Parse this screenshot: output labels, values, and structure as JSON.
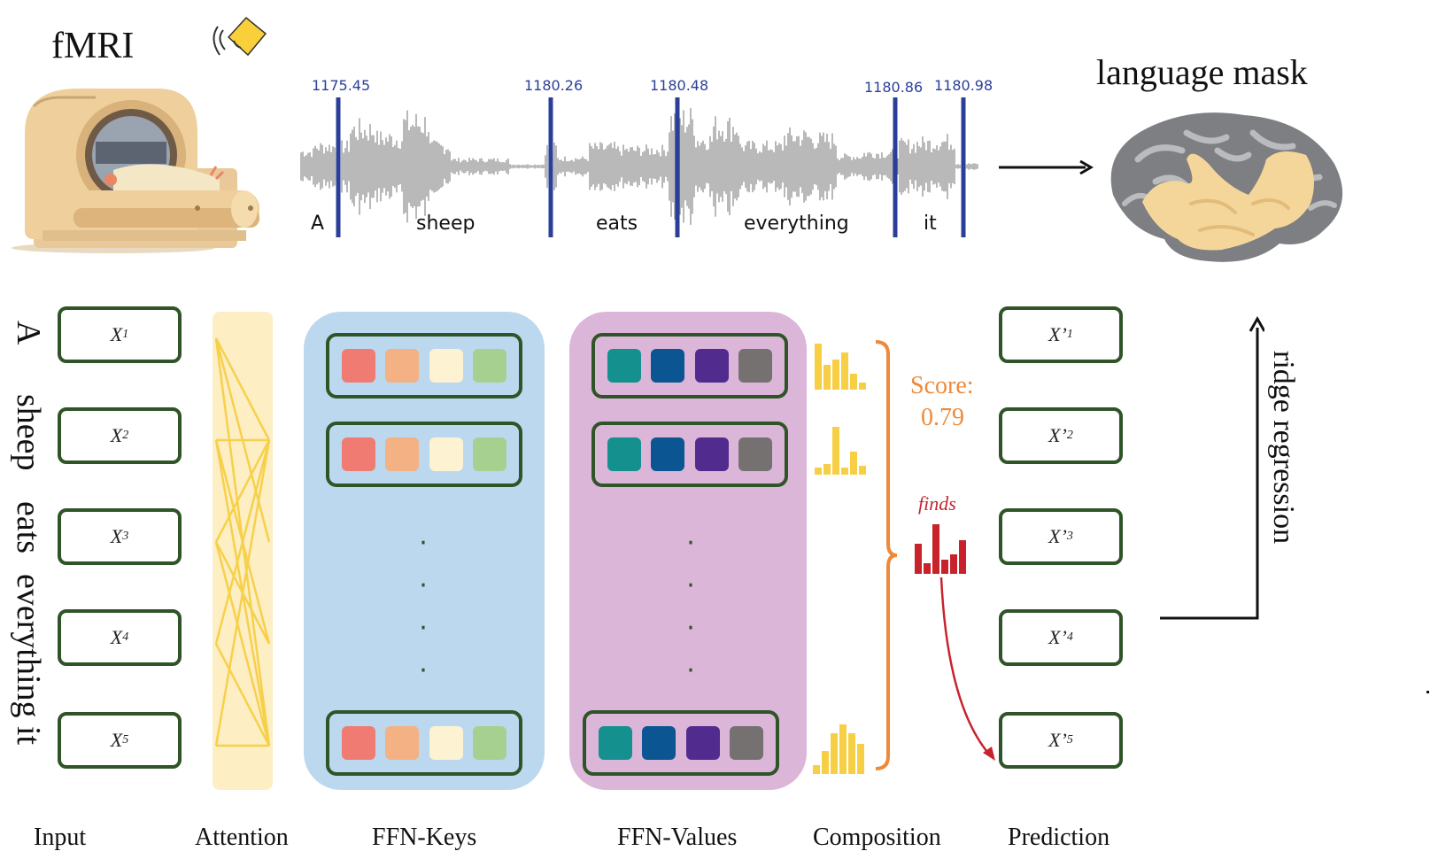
{
  "header": {
    "fmri_label": "fMRI",
    "language_mask_label": "language mask"
  },
  "timeline": {
    "timestamps": [
      "1175.45",
      "1180.26",
      "1180.48",
      "1180.86",
      "1180.98"
    ],
    "words": [
      "A",
      "sheep",
      "eats",
      "everything",
      "it"
    ]
  },
  "sentence_vertical": [
    "A",
    "sheep",
    "eats",
    "everything",
    "it"
  ],
  "inputs": [
    {
      "base": "X",
      "sub": "1"
    },
    {
      "base": "X",
      "sub": "2"
    },
    {
      "base": "X",
      "sub": "3"
    },
    {
      "base": "X",
      "sub": "4"
    },
    {
      "base": "X",
      "sub": "5"
    }
  ],
  "predictions": [
    {
      "base": "X’",
      "sub": "1"
    },
    {
      "base": "X’",
      "sub": "2"
    },
    {
      "base": "X’",
      "sub": "3"
    },
    {
      "base": "X’",
      "sub": "4"
    },
    {
      "base": "X’",
      "sub": "5"
    }
  ],
  "score": {
    "label": "Score:",
    "value": "0.79"
  },
  "composition_word": "finds",
  "ridge_label": "ridge regression",
  "columns": {
    "input": "Input",
    "attention": "Attention",
    "ffn_keys": "FFN-Keys",
    "ffn_values": "FFN-Values",
    "composition": "Composition",
    "prediction": "Prediction"
  },
  "colors": {
    "box_border": "#2f5427",
    "attention_bg": "#fdeec4",
    "attention_lines": "#f7cf45",
    "keys_bg": "#bcd8ef",
    "values_bg": "#dbb6d9",
    "bar_yellow": "#f7cf45",
    "bar_red": "#c8232c",
    "score_orange": "#ee8a3a",
    "timestamp_blue": "#2b3f9a",
    "key_cells": [
      "#f07b73",
      "#f4b183",
      "#fdf2d1",
      "#a6d08f"
    ],
    "value_cells": [
      "#14918e",
      "#0b5592",
      "#522b8f",
      "#757171"
    ],
    "brain_gray": "#7d7f83",
    "brain_mask": "#f5d69a"
  },
  "icons": [
    "mri-scanner-icon",
    "speaker-icon",
    "brain-icon"
  ]
}
